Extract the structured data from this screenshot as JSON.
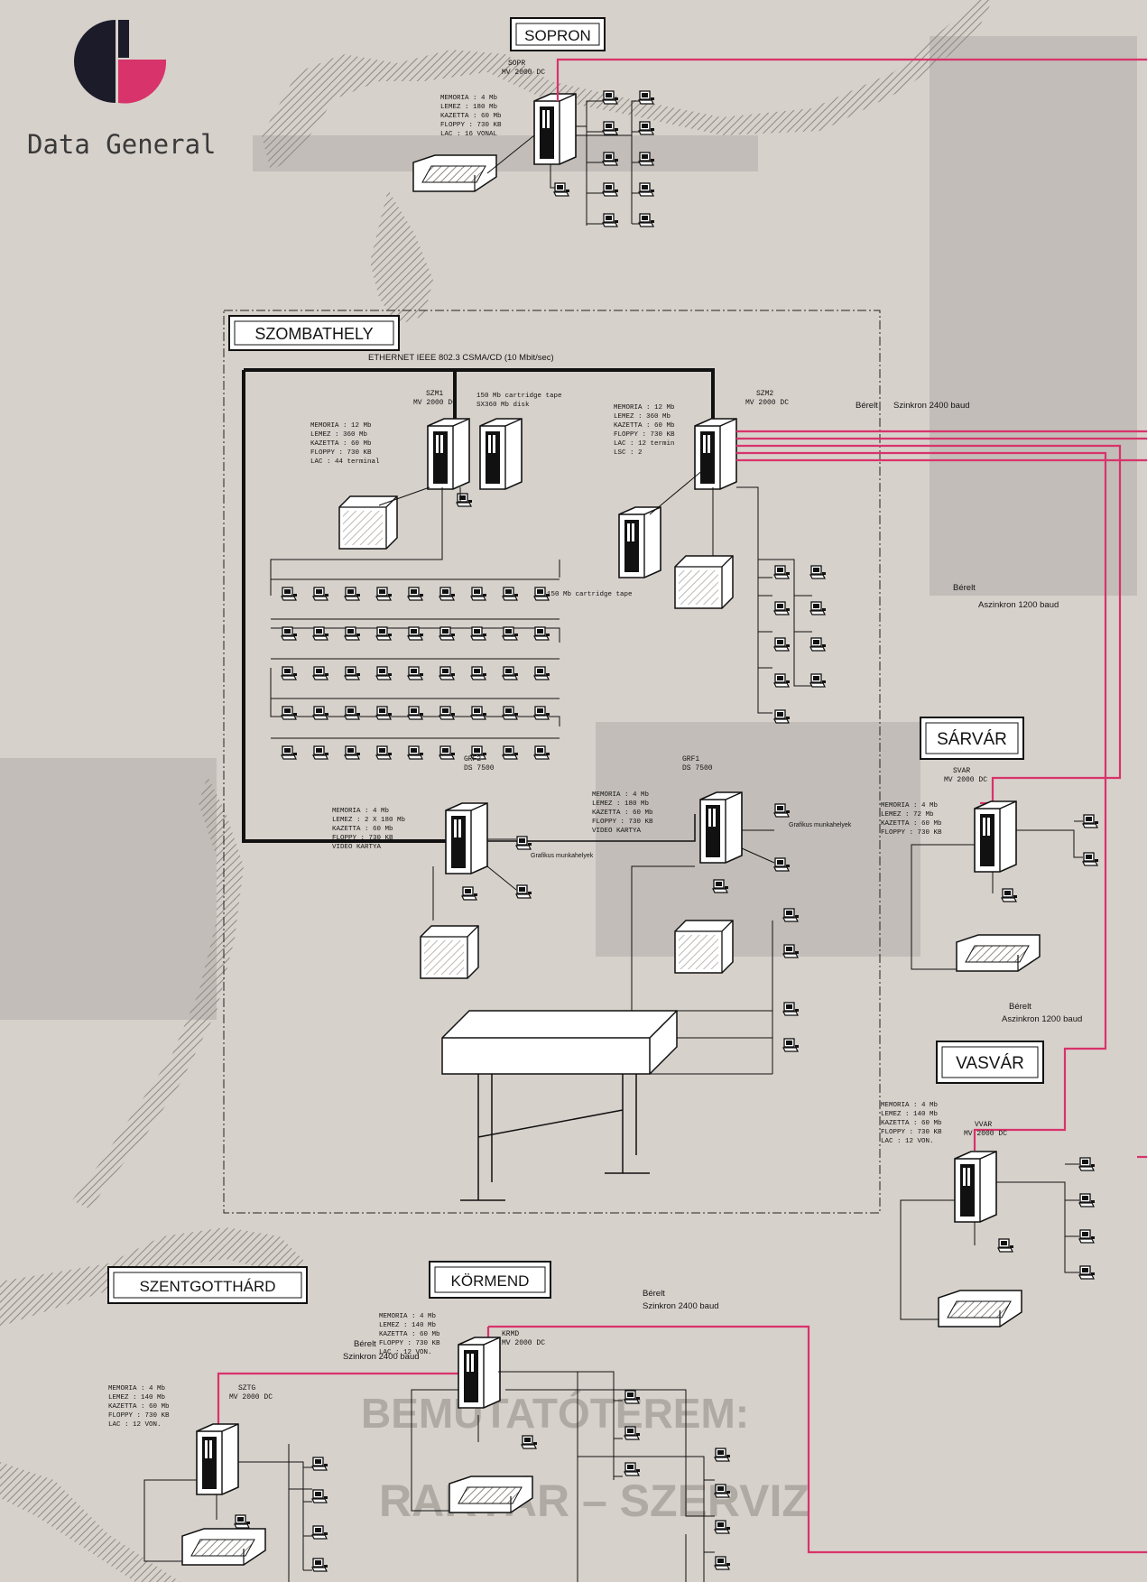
{
  "brand": {
    "name": "Data General",
    "colors": {
      "dark": "#1b1b2a",
      "accent": "#d8336b"
    }
  },
  "colors": {
    "leased_line": "#d8336b",
    "ethernet": "#111111",
    "map_hatch": "#b9b3ad"
  },
  "sites": {
    "sopron": {
      "label": "SOPRON",
      "host": "SOPR",
      "model": "MV 2000 DC",
      "specs": [
        "MEMORIA : 4 Mb",
        "LEMEZ : 180 Mb",
        "KAZETTA : 60 Mb",
        "FLOPPY : 730 KB",
        "LAC : 16 VONAL"
      ]
    },
    "szombathely": {
      "label": "SZOMBATHELY",
      "ethernet": "ETHERNET IEEE 802.3 CSMA/CD (10 Mbit/sec)",
      "szm1": {
        "host": "SZM1",
        "model": "MV 2000 DC",
        "specs": [
          "MEMORIA : 12 Mb",
          "LEMEZ : 360 Mb",
          "KAZETTA : 60 Mb",
          "FLOPPY : 730 KB",
          "LAC : 44 terminal"
        ]
      },
      "cartridge_tape_1": "150 Mb cartridge tape",
      "cartridge_tape_1b": "SX360 Mb disk",
      "szm2": {
        "host": "SZM2",
        "model": "MV 2000 DC",
        "specs": [
          "MEMORIA : 12 Mb",
          "LEMEZ : 360 Mb",
          "KAZETTA : 60 Mb",
          "FLOPPY : 730 KB",
          "LAC : 12 termin",
          "LSC : 2"
        ]
      },
      "cartridge_tape_2": "150 Mb cartridge tape",
      "grf2": {
        "host": "GRF2",
        "model": "DS 7500",
        "specs": [
          "MEMORIA : 4 Mb",
          "LEMEZ : 2 X 180 Mb",
          "KAZETTA : 60 Mb",
          "FLOPPY : 730 KB",
          "VIDEO KARTYA"
        ]
      },
      "grf1": {
        "host": "GRF1",
        "model": "DS 7500",
        "specs": [
          "MEMORIA : 4 Mb",
          "LEMEZ : 180 Mb",
          "KAZETTA : 60 Mb",
          "FLOPPY : 730 KB",
          "VIDEO KARTYA"
        ]
      },
      "workstations_label": "Grafikus munkahelyek"
    },
    "sarvar": {
      "label": "SÁRVÁR",
      "host": "SVAR",
      "model": "MV 2000 DC",
      "specs": [
        "MEMORIA : 4 Mb",
        "LEMEZ : 72 Mb",
        "KAZETTA : 60 Mb",
        "FLOPPY : 730 KB"
      ]
    },
    "vasvar": {
      "label": "VASVÁR",
      "host": "VVAR",
      "model": "MV 2000 DC",
      "specs": [
        "MEMORIA : 4 Mb",
        "LEMEZ : 140 Mb",
        "KAZETTA : 60 Mb",
        "FLOPPY : 730 KB",
        "LAC : 12 VON."
      ]
    },
    "kormend": {
      "label": "KÖRMEND",
      "host": "KRMD",
      "model": "MV 2000 DC",
      "specs": [
        "MEMORIA : 4 Mb",
        "LEMEZ : 140 Mb",
        "KAZETTA : 60 Mb",
        "FLOPPY : 730 KB",
        "LAC : 12 VON."
      ]
    },
    "szentgotthard": {
      "label": "SZENTGOTTHÁRD",
      "host": "SZTG",
      "model": "MV 2000 DC",
      "specs": [
        "MEMORIA : 4 Mb",
        "LEMEZ : 140 Mb",
        "KAZETTA : 60 Mb",
        "FLOPPY : 730 KB",
        "LAC : 12 VON."
      ]
    }
  },
  "links": {
    "sync_top": [
      "Bérelt",
      "Szinkron 2400 baud"
    ],
    "async_sarvar": [
      "Bérelt",
      "Aszinkron 1200 baud"
    ],
    "async_vasvar": [
      "Bérelt",
      "Aszinkron 1200 baud"
    ],
    "sync_kormend": [
      "Bérelt",
      "Szinkron 2400 baud"
    ],
    "sync_szentgotthard": [
      "Bérelt",
      "Szinkron 2400 baud"
    ]
  },
  "background_text": {
    "showroom": "BEMUTATÓTEREM:",
    "warehouse": "RAKTÁR – SZERVIZ"
  }
}
